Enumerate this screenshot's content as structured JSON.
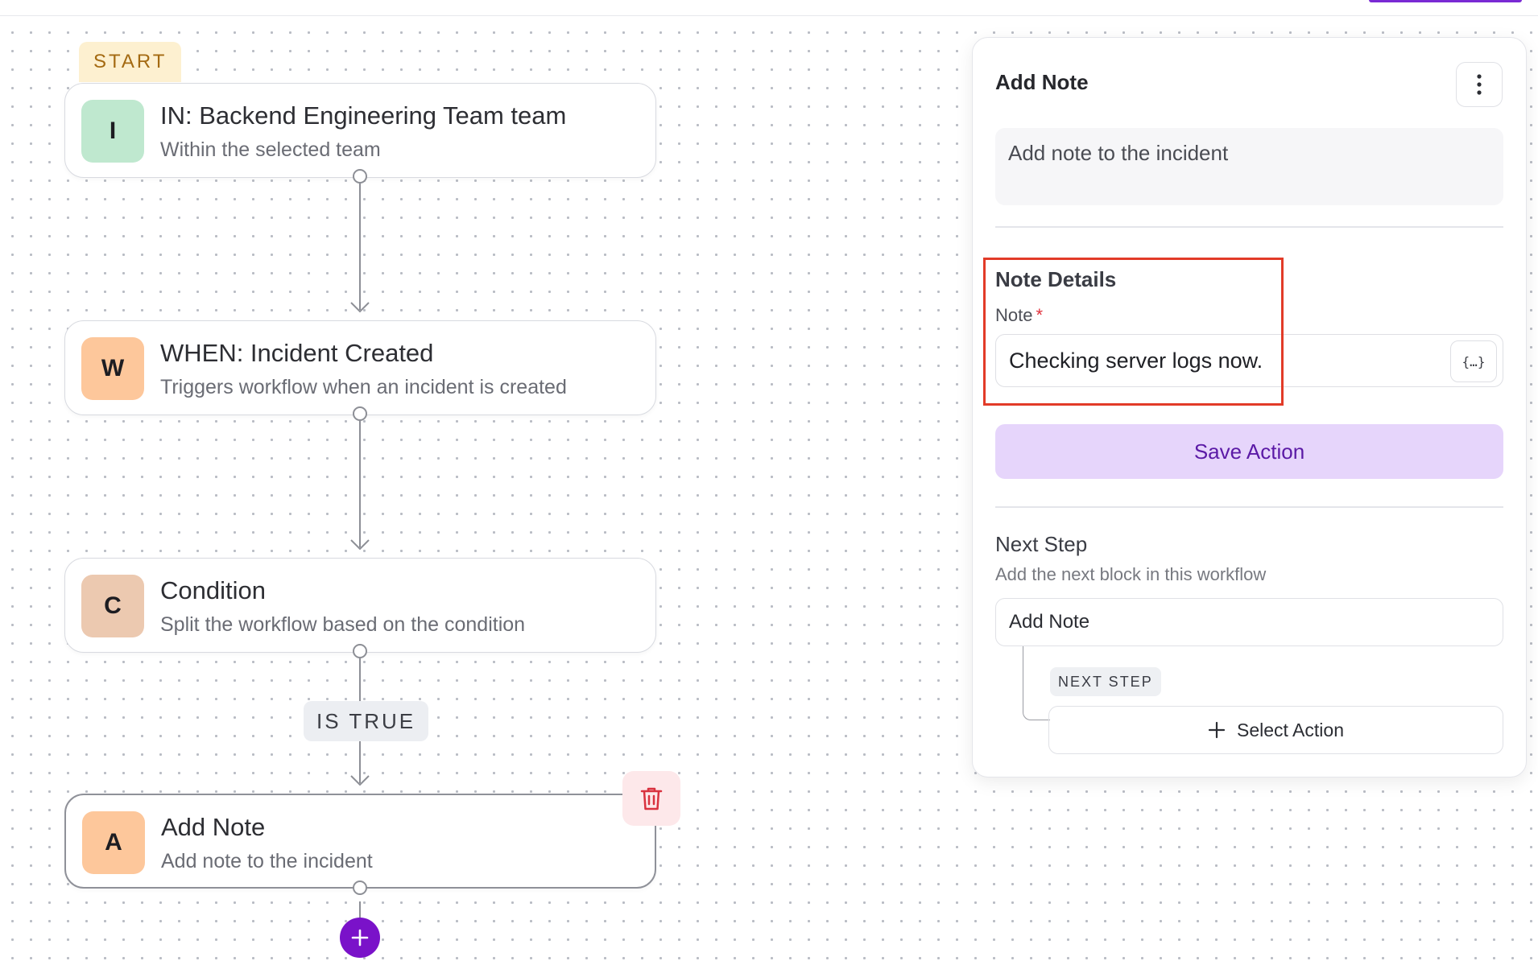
{
  "canvas": {
    "start_label": "START",
    "nodes": [
      {
        "avatar": "I",
        "title": "IN: Backend Engineering Team team",
        "subtitle": "Within the selected team",
        "avatar_color": "#bfe8cf"
      },
      {
        "avatar": "W",
        "title": "WHEN: Incident Created",
        "subtitle": "Triggers workflow when an incident is created",
        "avatar_color": "#fdc79b"
      },
      {
        "avatar": "C",
        "title": "Condition",
        "subtitle": "Split the workflow based on the condition",
        "avatar_color": "#ecc9b0"
      },
      {
        "avatar": "A",
        "title": "Add Note",
        "subtitle": "Add note to the incident",
        "avatar_color": "#fdc79b"
      }
    ],
    "condition_label": "IS TRUE",
    "icons": {
      "delete": "trash-icon",
      "add": "plus-icon"
    }
  },
  "panel": {
    "title": "Add Note",
    "description": "Add note to the incident",
    "section_title": "Note Details",
    "note_label": "Note",
    "required_mark": "*",
    "note_value": "Checking server logs now.",
    "variable_button": "{…}",
    "save_label": "Save Action",
    "next_step": {
      "title": "Next Step",
      "subtitle": "Add the next block in this workflow",
      "current_block": "Add Note",
      "badge": "NEXT STEP",
      "select_label": "Select Action"
    }
  },
  "colors": {
    "accent": "#7a12c9",
    "highlight": "#e23b28",
    "save_bg": "#e6d5fb",
    "delete_bg": "#fde8ea"
  }
}
